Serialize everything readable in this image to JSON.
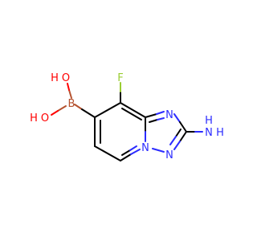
{
  "colors": {
    "bond": "#000000",
    "boron": "#b5522f",
    "oxygen": "#ff0000",
    "fluorine": "#9acd32",
    "nitrogen": "#2c2cff",
    "background": "#ffffff"
  },
  "atoms": {
    "o_top": "O",
    "h_top": "H",
    "o_left": "O",
    "h_left": "H",
    "b": "B",
    "f": "F",
    "n_ring_upper": "N",
    "n_ring_lower": "N",
    "n_bridge": "N",
    "n_amine": "N",
    "h_amine_1": "H",
    "h_amine_2": "H"
  }
}
